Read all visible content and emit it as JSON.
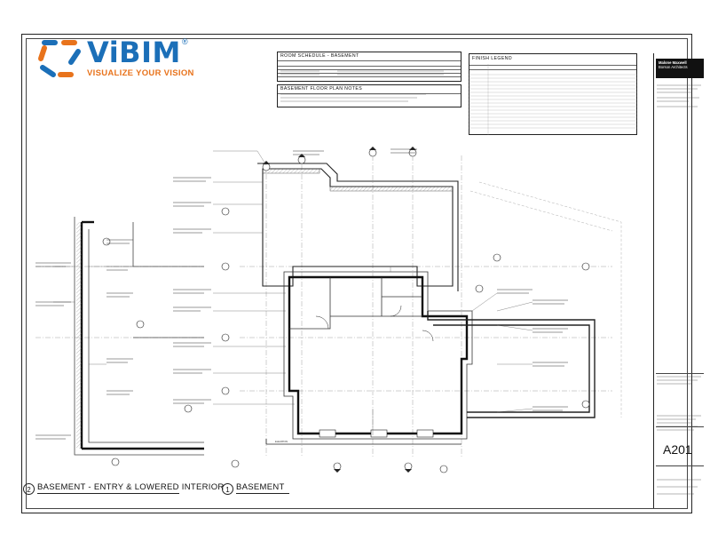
{
  "logo": {
    "wordmark": "ViBIM",
    "tagline": "VISUALIZE YOUR VISION",
    "registered": "®",
    "colors": {
      "blue": "#1b6fb8",
      "orange": "#e8731c"
    }
  },
  "room_schedule": {
    "title": "ROOM SCHEDULE - BASEMENT"
  },
  "notes": {
    "title": "BASEMENT FLOOR PLAN NOTES"
  },
  "finish_legend": {
    "title": "FINISH LEGEND"
  },
  "title_block": {
    "sheet_number": "A201"
  },
  "views": [
    {
      "number": "2",
      "title": "BASEMENT - ENTRY & LOWERED INTERIOR"
    },
    {
      "number": "1",
      "title": "BASEMENT"
    }
  ],
  "plan": {
    "elevation_tag": "ELEVATION"
  }
}
